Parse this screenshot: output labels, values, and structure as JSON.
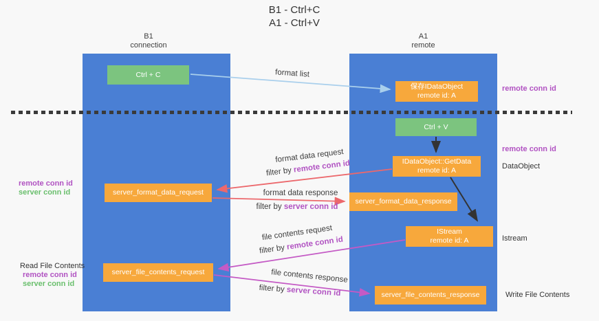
{
  "title": {
    "line1": "B1 - Ctrl+C",
    "line2": "A1 - Ctrl+V"
  },
  "lanes": {
    "left": {
      "name": "B1",
      "role": "connection"
    },
    "right": {
      "name": "A1",
      "role": "remote"
    }
  },
  "nodes": {
    "ctrl_c": {
      "label": "Ctrl + C"
    },
    "ctrl_v": {
      "label": "Ctrl + V"
    },
    "save_dataobject": {
      "line1": "保存IDataObject",
      "line2": "remote id: A"
    },
    "getdata": {
      "line1": "IDataObject::GetData",
      "line2": "remote id: A"
    },
    "istream": {
      "line1": "IStream",
      "line2": "remote id: A"
    },
    "server_format_data_request": {
      "label": "server_format_data_request"
    },
    "server_format_data_response": {
      "label": "server_format_data_response"
    },
    "server_file_contents_request": {
      "label": "server_file_contents_request"
    },
    "server_file_contents_response": {
      "label": "server_file_contents_response"
    }
  },
  "edge_labels": {
    "format_list": "format list",
    "format_data_request": "format data request",
    "format_data_response": "format data response",
    "file_contents_request": "file contents request",
    "file_contents_response": "file contents response",
    "filter_by_prefix": "filter by ",
    "remote_conn_id": "remote conn id",
    "server_conn_id": "server conn id"
  },
  "annotations": {
    "remote_conn_id_top_right": "remote conn id",
    "remote_conn_id_mid_right": "remote conn id",
    "dataobject": "DataObject",
    "istream": "Istream",
    "write_file_contents": "Write File Contents",
    "read_file_contents": "Read File Contents",
    "remote_conn_id_left_1": "remote conn id",
    "server_conn_id_left_1": "server conn id",
    "remote_conn_id_left_2": "remote conn id",
    "server_conn_id_left_2": "server conn id"
  },
  "colors": {
    "background": "#f8f8f8",
    "lane_blue": "#4a7fd4",
    "box_orange": "#f7a83c",
    "box_green": "#7cc47f",
    "arrow_lightblue": "#a9cfec",
    "arrow_red": "#ec686c",
    "arrow_magenta": "#c45ac5",
    "arrow_black": "#333333",
    "text_dark": "#3c3c3c",
    "text_purple": "#b153c2",
    "text_green": "#6abf6d",
    "divider": "#3a3a3a"
  }
}
